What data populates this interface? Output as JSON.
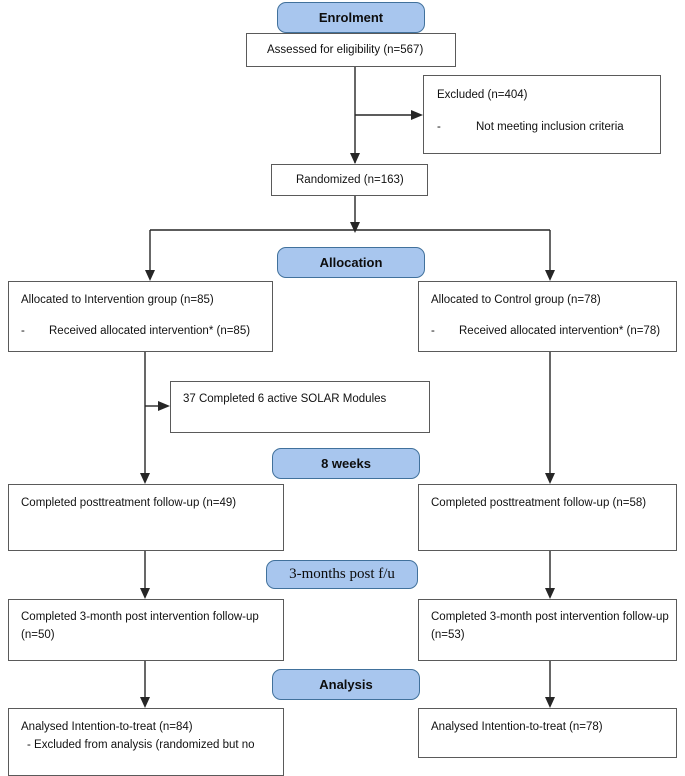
{
  "diagram": {
    "title": "CONSORT participant flow diagram",
    "accent_blue": "#a8c6ee",
    "accent_blue_border": "#41719c",
    "box_border": "#5a5a5a",
    "connector_color": "#262626"
  },
  "stages": [
    {
      "id": "enrolment",
      "label": "Enrolment"
    },
    {
      "id": "allocation",
      "label": "Allocation"
    },
    {
      "id": "eight-weeks",
      "label": "8 weeks"
    },
    {
      "id": "three-months",
      "label": "3-months post f/u"
    },
    {
      "id": "analysis",
      "label": "Analysis"
    }
  ],
  "boxes": {
    "assessed": {
      "line1": "Assessed for eligibility (n=567)"
    },
    "excluded": {
      "line1": "Excluded (n=404)",
      "bullet_dash": "-",
      "line2": "Not meeting inclusion criteria"
    },
    "randomized": {
      "line1": "Randomized (n=163)"
    },
    "allocated_intervention": {
      "line1": "Allocated to Intervention group (n=85)",
      "bullet_dash": "-",
      "line2": "Received allocated intervention* (n=85)"
    },
    "allocated_control": {
      "line1": "Allocated to Control group (n=78)",
      "bullet_dash": "-",
      "line2": "Received allocated intervention* (n=78)"
    },
    "solar_modules": {
      "line1": "37 Completed 6 active SOLAR Modules"
    },
    "posttreatment_intervention": {
      "line1": "Completed posttreatment follow-up (n=49)"
    },
    "posttreatment_control": {
      "line1": "Completed posttreatment follow-up (n=58)"
    },
    "threemonth_intervention": {
      "line1": "Completed 3-month post intervention follow-up",
      "line2": "(n=50)"
    },
    "threemonth_control": {
      "line1": "Completed 3-month post intervention follow-up",
      "line2": "(n=53)"
    },
    "analysed_intervention": {
      "line1": "Analysed Intention-to-treat (n=84)",
      "line2": "- Excluded from analysis (randomized but no"
    },
    "analysed_control": {
      "line1": "Analysed Intention-to-treat (n=78)"
    }
  },
  "chart_data": {
    "type": "diagram",
    "title": "CONSORT flow diagram",
    "nodes": [
      {
        "id": "assessed",
        "stage": "Enrolment",
        "label": "Assessed for eligibility",
        "n": 567
      },
      {
        "id": "excluded",
        "stage": "Enrolment",
        "label": "Excluded",
        "n": 404,
        "reason": "Not meeting inclusion criteria"
      },
      {
        "id": "randomized",
        "stage": "Enrolment",
        "label": "Randomized",
        "n": 163
      },
      {
        "id": "allocated_intervention",
        "stage": "Allocation",
        "label": "Allocated to Intervention group",
        "n": 85,
        "received": 85
      },
      {
        "id": "allocated_control",
        "stage": "Allocation",
        "label": "Allocated to Control group",
        "n": 78,
        "received": 78
      },
      {
        "id": "solar_modules",
        "stage": "Allocation",
        "label": "Completed 6 active SOLAR Modules",
        "n": 37
      },
      {
        "id": "posttreatment_intervention",
        "stage": "8 weeks",
        "label": "Completed posttreatment follow-up",
        "n": 49
      },
      {
        "id": "posttreatment_control",
        "stage": "8 weeks",
        "label": "Completed posttreatment follow-up",
        "n": 58
      },
      {
        "id": "threemonth_intervention",
        "stage": "3-months post f/u",
        "label": "Completed 3-month post intervention follow-up",
        "n": 50
      },
      {
        "id": "threemonth_control",
        "stage": "3-months post f/u",
        "label": "Completed 3-month post intervention follow-up",
        "n": 53
      },
      {
        "id": "analysed_intervention",
        "stage": "Analysis",
        "label": "Analysed Intention-to-treat",
        "n": 84
      },
      {
        "id": "analysed_control",
        "stage": "Analysis",
        "label": "Analysed Intention-to-treat",
        "n": 78
      }
    ],
    "edges": [
      {
        "from": "assessed",
        "to": "excluded"
      },
      {
        "from": "assessed",
        "to": "randomized"
      },
      {
        "from": "randomized",
        "to": "allocated_intervention"
      },
      {
        "from": "randomized",
        "to": "allocated_control"
      },
      {
        "from": "allocated_intervention",
        "to": "solar_modules"
      },
      {
        "from": "allocated_intervention",
        "to": "posttreatment_intervention"
      },
      {
        "from": "allocated_control",
        "to": "posttreatment_control"
      },
      {
        "from": "posttreatment_intervention",
        "to": "threemonth_intervention"
      },
      {
        "from": "posttreatment_control",
        "to": "threemonth_control"
      },
      {
        "from": "threemonth_intervention",
        "to": "analysed_intervention"
      },
      {
        "from": "threemonth_control",
        "to": "analysed_control"
      }
    ]
  }
}
